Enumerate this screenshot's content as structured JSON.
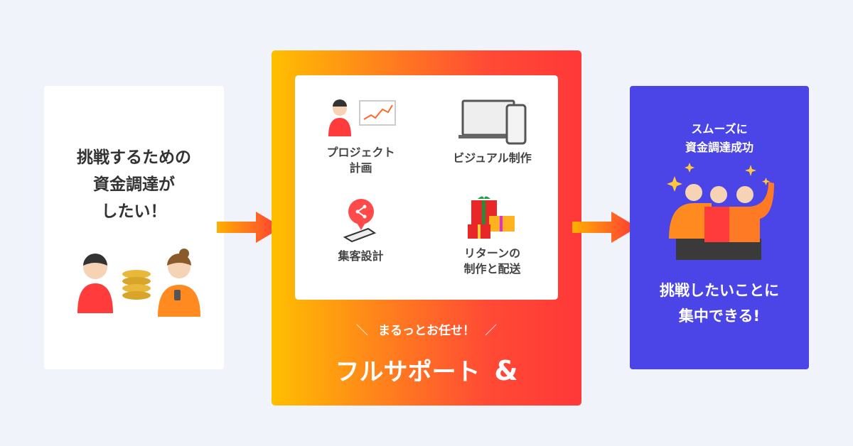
{
  "left_panel": {
    "line1": "挑戦するための",
    "line2": "資金調達が",
    "line3": "したい！"
  },
  "middle_panel": {
    "services": [
      {
        "line1": "プロジェクト",
        "line2": "計画",
        "icon": "person-chart-icon"
      },
      {
        "line1": "ビジュアル制作",
        "line2": "",
        "icon": "laptop-phone-icon"
      },
      {
        "line1": "集客設計",
        "line2": "",
        "icon": "share-pin-icon"
      },
      {
        "line1": "リターンの",
        "line2": "制作と配送",
        "icon": "gift-icon"
      }
    ],
    "tagline": "まるっとお任せ！",
    "headline": "フルサポート",
    "logo_text": "&"
  },
  "right_panel": {
    "sub1": "スムーズに",
    "sub2": "資金調達成功",
    "main1": "挑戦したいことに",
    "main2": "集中できる!"
  },
  "colors": {
    "background": "#f0f3fa",
    "gradient_start": "#ffbf00",
    "gradient_end": "#ff3838",
    "right_panel": "#4b44e6",
    "arrow": "#ff4a35"
  }
}
